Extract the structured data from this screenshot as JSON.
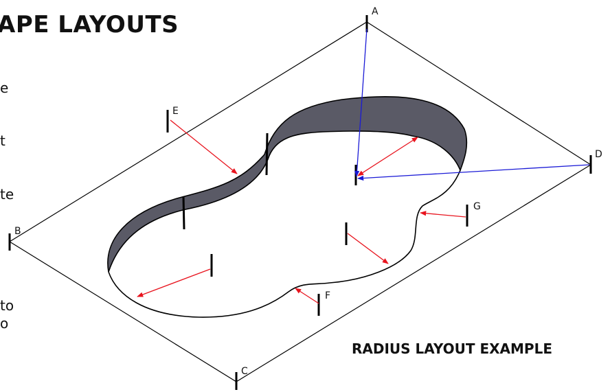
{
  "heading": "APE LAYOUTS",
  "caption": "RADIUS LAYOUT EXAMPLE",
  "text_fragments": [
    "e",
    "t",
    "te",
    "to",
    "o"
  ],
  "points": [
    {
      "label": "A"
    },
    {
      "label": "B"
    },
    {
      "label": "C"
    },
    {
      "label": "D"
    },
    {
      "label": "E"
    },
    {
      "label": "F"
    },
    {
      "label": "G"
    }
  ],
  "colors": {
    "outline": "#000000",
    "wall": "#5a5a66",
    "radius_arrow": "#e8141e",
    "baseline_arrow": "#1a1ad6"
  }
}
